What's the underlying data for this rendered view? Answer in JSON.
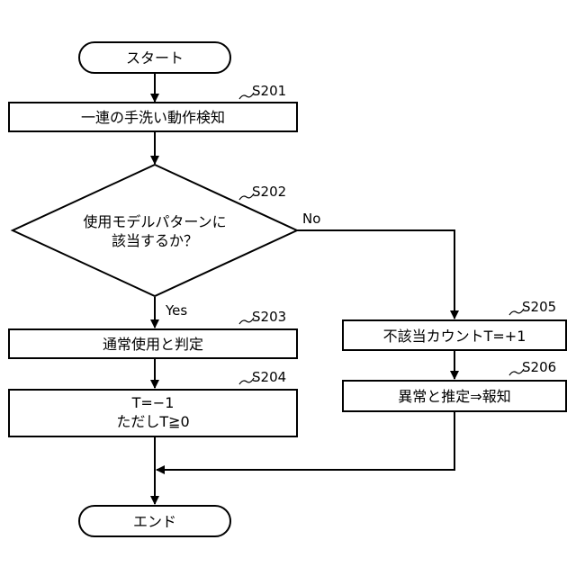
{
  "flowchart": {
    "start_label": "スタート",
    "end_label": "エンド",
    "steps": {
      "s201": {
        "id": "S201",
        "text": "一連の手洗い動作検知"
      },
      "s202": {
        "id": "S202",
        "line1": "使用モデルパターンに",
        "line2": "該当するか？"
      },
      "s203": {
        "id": "S203",
        "text": "通常使用と判定"
      },
      "s204": {
        "id": "S204",
        "line1": "T=−1",
        "line2": "ただしT≧0"
      },
      "s205": {
        "id": "S205",
        "text": "不該当カウントT=+1"
      },
      "s206": {
        "id": "S206",
        "text": "異常と推定⇒報知"
      }
    },
    "branches": {
      "yes": "Yes",
      "no": "No"
    }
  }
}
